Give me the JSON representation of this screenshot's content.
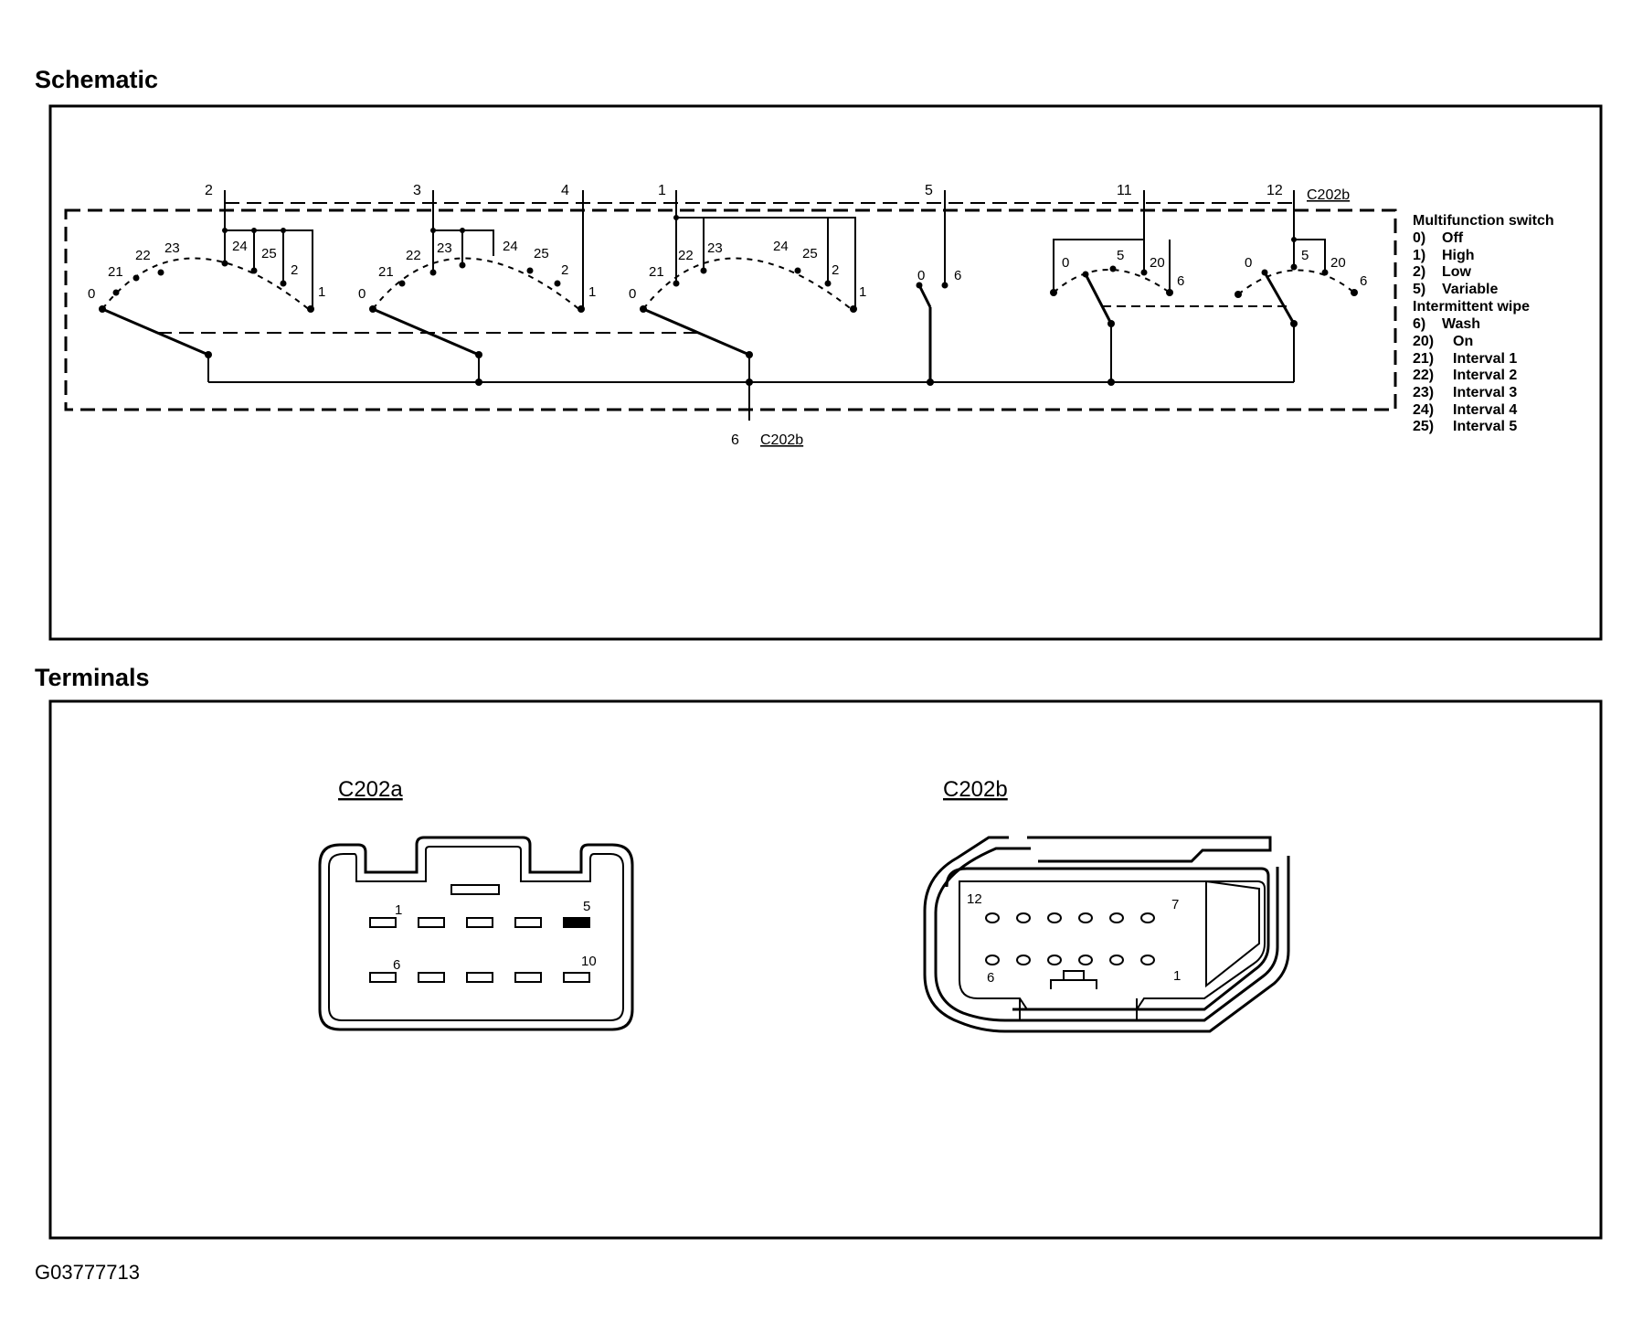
{
  "headings": {
    "schematic": "Schematic",
    "terminals": "Terminals"
  },
  "figure_id": "G03777713",
  "schematic": {
    "connector_top_label": "C202b",
    "connector_bottom_label": "C202b",
    "top_pins": [
      "2",
      "3",
      "4",
      "1",
      "5",
      "11",
      "12"
    ],
    "bottom_pin": "6",
    "switch_labels": {
      "g1": [
        "0",
        "21",
        "22",
        "23",
        "24",
        "25",
        "2",
        "1"
      ],
      "g2": [
        "0",
        "21",
        "22",
        "23",
        "24",
        "25",
        "2",
        "1"
      ],
      "g3": [
        "0",
        "21",
        "22",
        "23",
        "24",
        "25",
        "2",
        "1"
      ],
      "wash": [
        "0",
        "6"
      ],
      "g5": [
        "0",
        "5",
        "20",
        "6"
      ],
      "g6": [
        "0",
        "5",
        "20",
        "6"
      ]
    }
  },
  "legend": {
    "title": "Multifunction switch",
    "items": [
      {
        "code": "0)",
        "text": "Off"
      },
      {
        "code": "1)",
        "text": "High"
      },
      {
        "code": "2)",
        "text": "Low"
      },
      {
        "code": "5)",
        "text": "Variable"
      }
    ],
    "subtitle": "Intermittent wipe",
    "items2": [
      {
        "code": "6)",
        "text": "Wash"
      },
      {
        "code": "20)",
        "text": "On"
      },
      {
        "code": "21)",
        "text": "Interval 1"
      },
      {
        "code": "22)",
        "text": "Interval 2"
      },
      {
        "code": "23)",
        "text": "Interval 3"
      },
      {
        "code": "24)",
        "text": "Interval 4"
      },
      {
        "code": "25)",
        "text": "Interval 5"
      }
    ]
  },
  "connectors": {
    "c202a": {
      "name": "C202a",
      "pins": [
        "1",
        "5",
        "6",
        "10"
      ]
    },
    "c202b": {
      "name": "C202b",
      "pins": [
        "12",
        "7",
        "6",
        "1"
      ]
    }
  }
}
